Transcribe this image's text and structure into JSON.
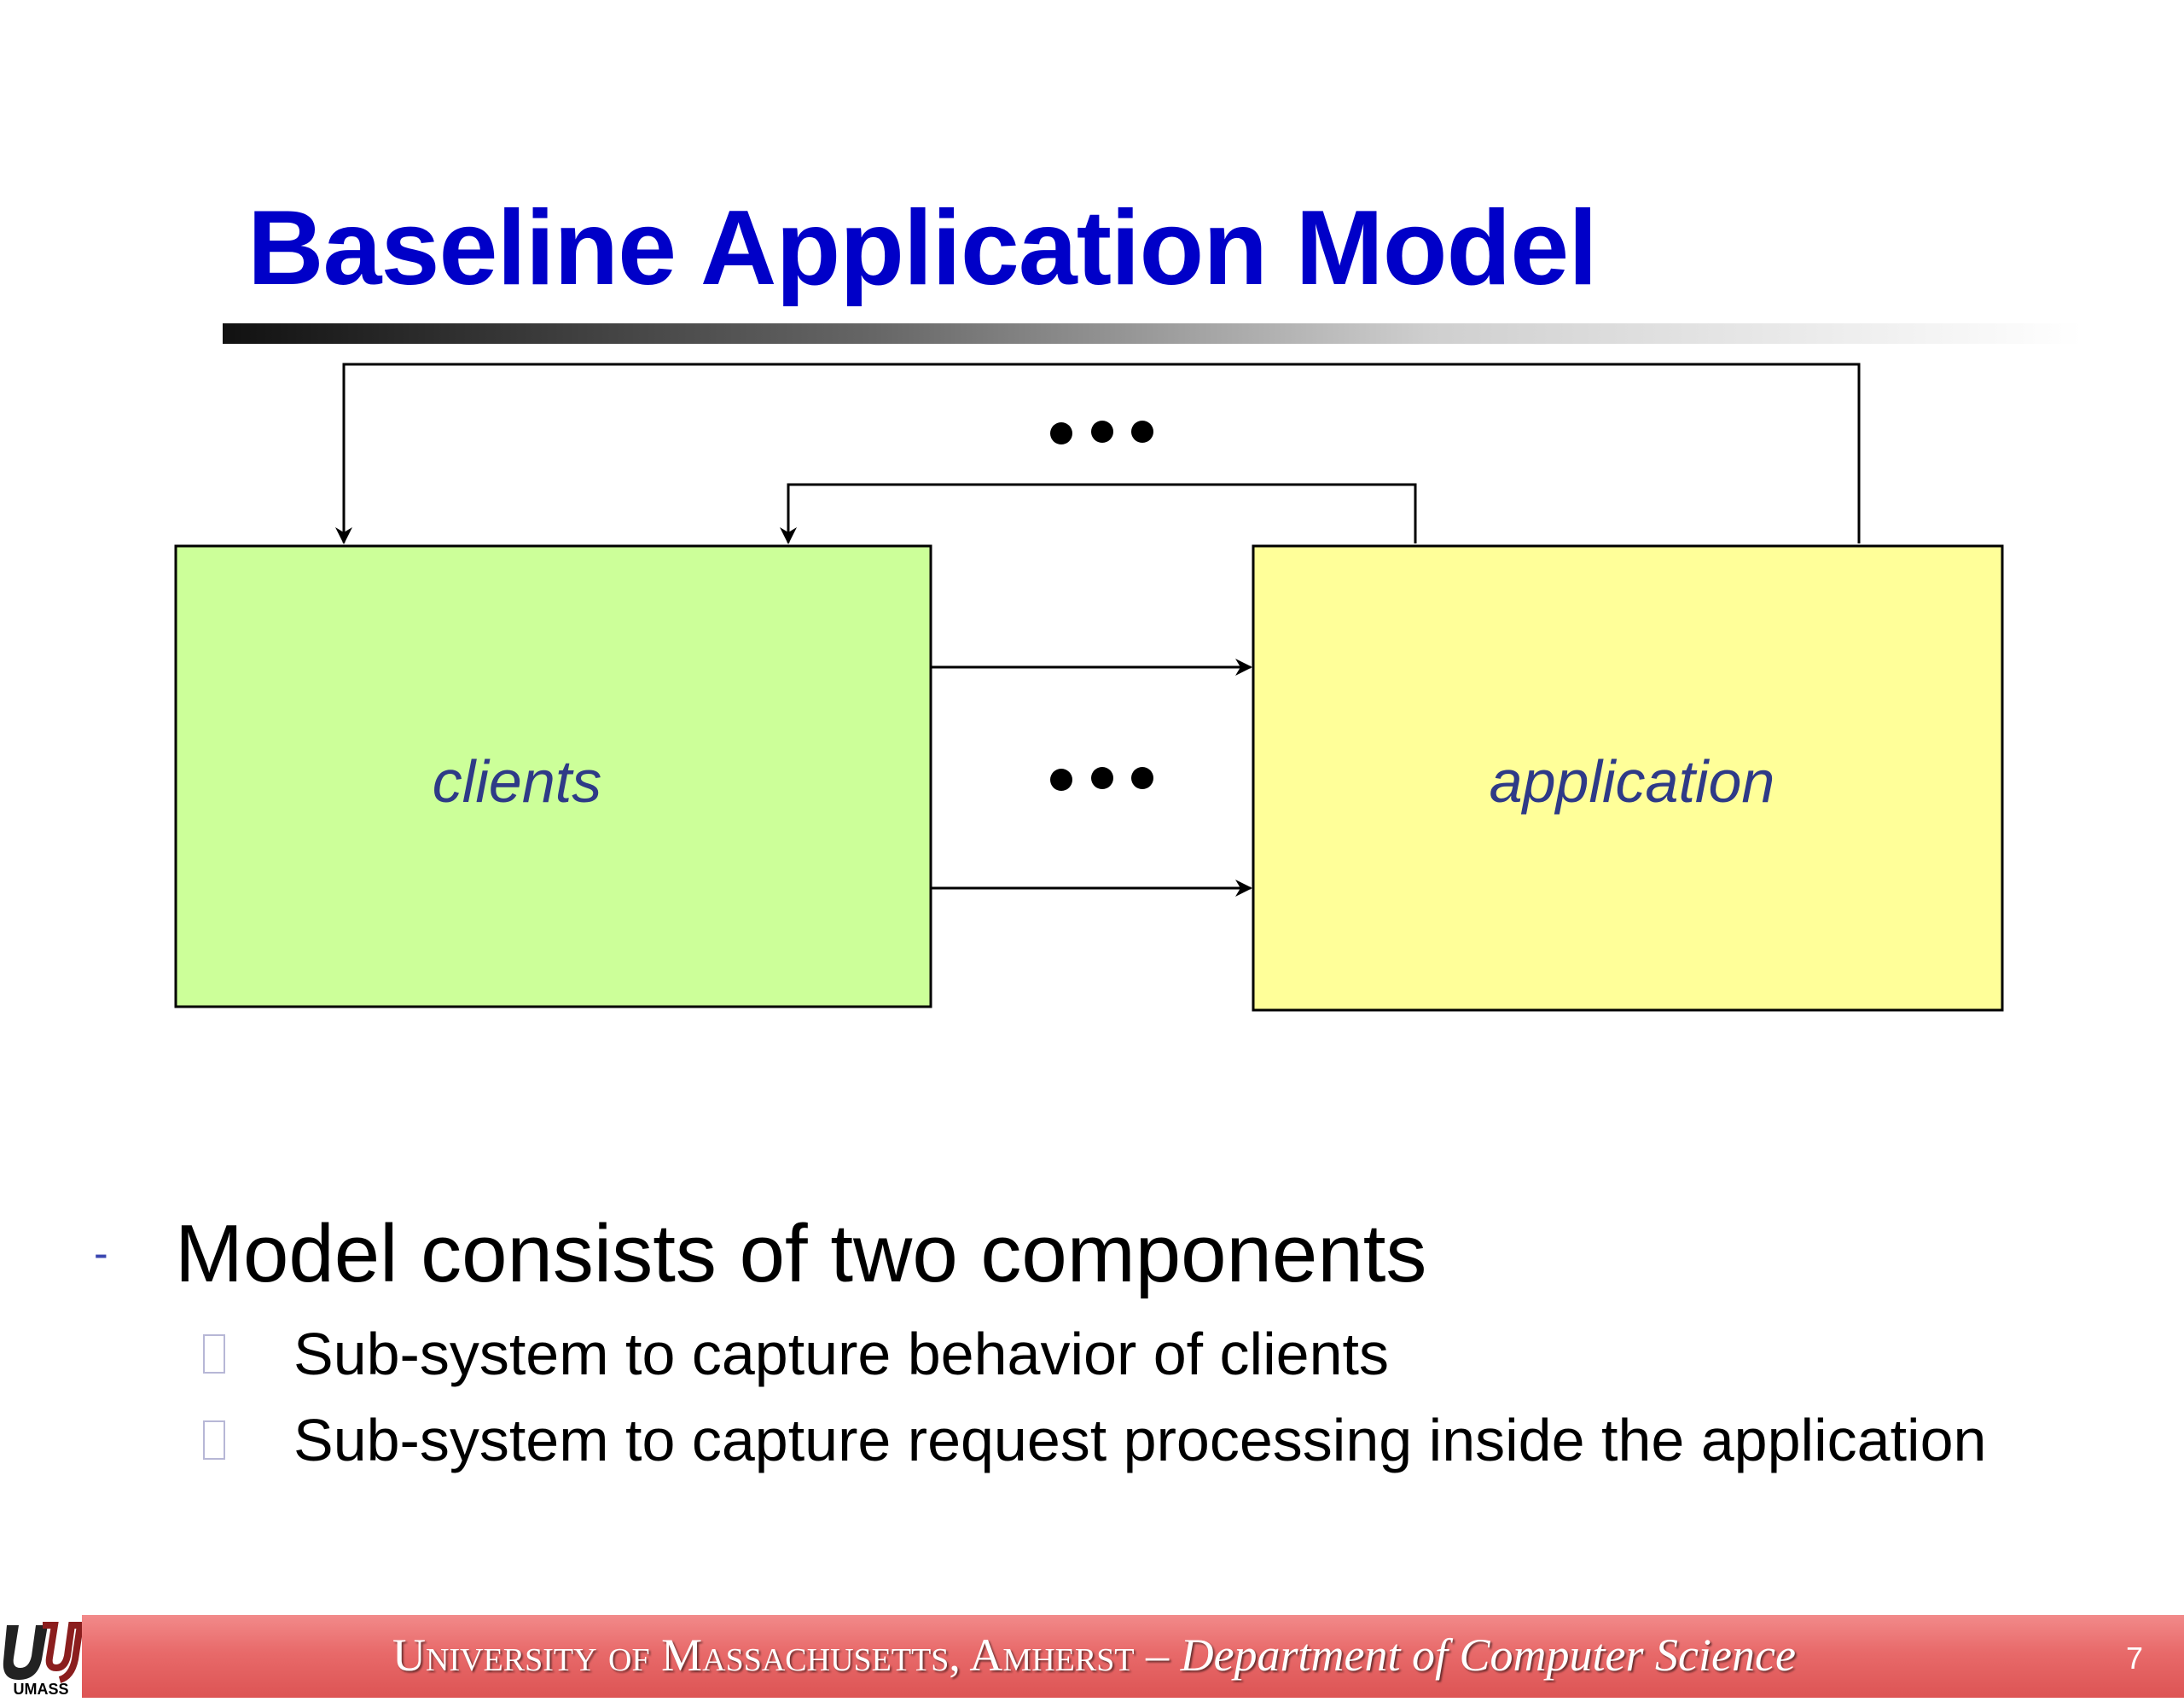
{
  "slide": {
    "title": "Baseline Application Model",
    "page_number": "7"
  },
  "diagram": {
    "clients_label": "clients",
    "application_label": "application",
    "ellipsis_top": "•••",
    "ellipsis_middle": "•••",
    "colors": {
      "clients_fill": "#ccff99",
      "application_fill": "#ffff99",
      "label_text": "#2e3a87"
    }
  },
  "bullets": {
    "main_marker": "-",
    "main": "Model consists of two components",
    "sub": [
      "Sub-system to capture behavior of clients",
      "Sub-system to capture request processing inside the application"
    ]
  },
  "footer": {
    "logo_text": "UMASS",
    "university": "University of Massachusetts, Amherst",
    "separator": " – ",
    "department": "Department of Computer Science",
    "colors": {
      "band": "#e86a6a",
      "title": "#0000c8"
    }
  }
}
